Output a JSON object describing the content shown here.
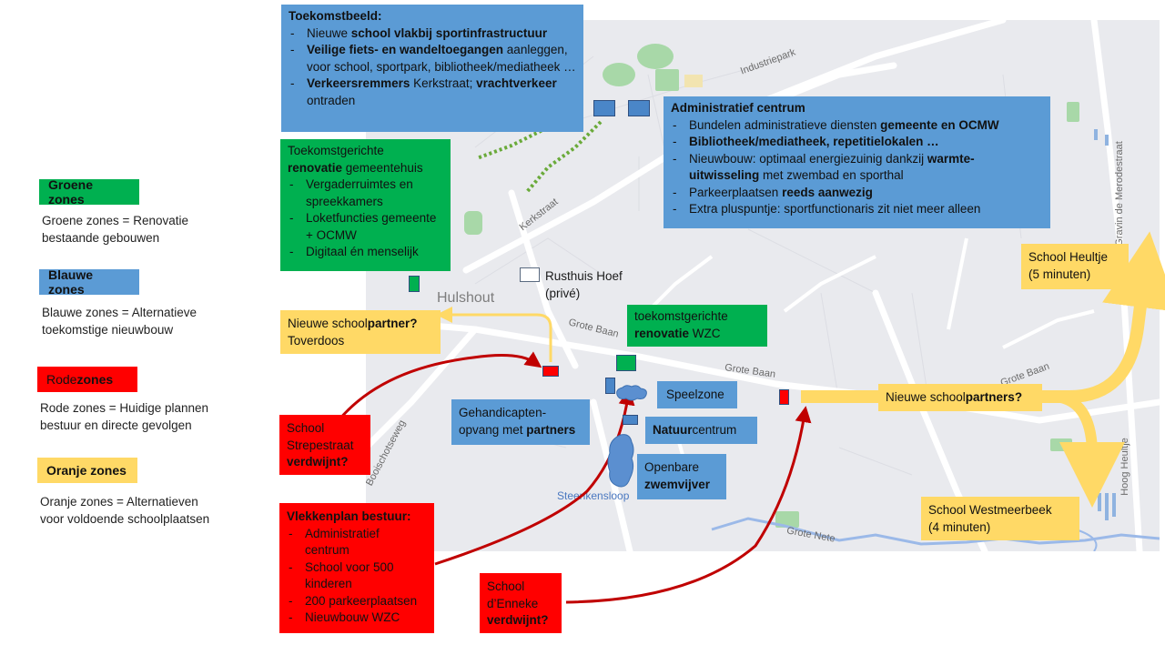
{
  "legend": {
    "green": {
      "label": "Groene zones",
      "desc": "Groene zones = Renovatie\nbestaande gebouwen"
    },
    "blue": {
      "label": "Blauwe zones",
      "desc": "Blauwe zones = Alternatieve\ntoekomstige nieuwbouw"
    },
    "red": {
      "label_pre": "Rode ",
      "label_bold": "zones",
      "desc": "Rode zones = Huidige plannen\nbestuur en directe gevolgen"
    },
    "orange": {
      "label": "Oranje zones",
      "desc": "Oranje zones = Alternatieven\nvoor voldoende schoolplaatsen"
    }
  },
  "map_labels": {
    "industriepark": "Industriepark",
    "kerkstraat": "Kerkstraat",
    "hulshout": "Hulshout",
    "grote_baan_1": "Grote Baan",
    "grote_baan_2": "Grote Baan",
    "grote_baan_3": "Grote Baan",
    "boolschotseweg": "Booischotseweg",
    "steenkensloop": "Steenkensloop",
    "grote_nete": "Grote Nete",
    "gravin": "Gravin de Merodestraat",
    "hoog_heultje": "Hoog Heultje"
  },
  "toekomstbeeld": {
    "title": "Toekomstbeeld:",
    "i1_a": "Nieuwe ",
    "i1_b": "school vlakbij sportinfrastructuur",
    "i2_a": "Veilige fiets- en wandeltoegangen",
    "i2_b": " aanleggen, voor school, sportpark, bibliotheek/mediatheek …",
    "i3_a": "Verkeersremmers",
    "i3_b": " Kerkstraat; ",
    "i3_c": "vrachtverkeer",
    "i3_d": " ontraden"
  },
  "admin": {
    "title": "Administratief centrum",
    "i1_a": "Bundelen administratieve diensten ",
    "i1_b": "gemeente en OCMW",
    "i2": "Bibliotheek/mediatheek, repetitielokalen …",
    "i3_a": "Nieuwbouw: optimaal energiezuinig dankzij ",
    "i3_b": "warmte-uitwisseling",
    "i3_c": " met zwembad en sporthal",
    "i4_a": "Parkeerplaatsen ",
    "i4_b": "reeds aanwezig",
    "i5": "Extra pluspuntje: sportfunctionaris zit niet meer alleen"
  },
  "gemeentehuis": {
    "l1": "Toekomstgerichte",
    "l2_b": "renovatie",
    "l2_a": " gemeentehuis",
    "i1": "Vergaderruimtes en spreekkamers",
    "i2": "Loketfuncties gemeente + OCMW",
    "i3": "Digitaal én menselijk"
  },
  "rusthuis": "Rusthuis Hoef\n(privé)",
  "wzc": {
    "l1": "toekomstgerichte",
    "l2_b": "renovatie",
    "l2_a": " WZC"
  },
  "schoolpartner": {
    "a": "Nieuwe school",
    "b": "partner?",
    "c": "Toverdoos"
  },
  "strepestraat": {
    "l1": "School\nStrepestraat",
    "l2": "verdwijnt?"
  },
  "gehandicapten": {
    "a": "Gehandicapten-\nopvang met ",
    "b": "partners"
  },
  "speelzone": "Speelzone",
  "natuur": {
    "b": "Natuur",
    "a": "centrum"
  },
  "zwemvijver": {
    "a": "Openbare",
    "b": "zwemvijver"
  },
  "nieuwe_partners": {
    "a": "Nieuwe school",
    "b": "partners?"
  },
  "heultje": "School Heultje\n(5 minuten)",
  "westmeerbeek": "School Westmeerbeek\n(4 minuten)",
  "vlekkenplan": {
    "title": "Vlekkenplan bestuur:",
    "i1": "Administratief centrum",
    "i2": "School voor 500 kinderen",
    "i3": "200 parkeerplaatsen",
    "i4": "Nieuwbouw  WZC"
  },
  "enneke": {
    "l1": "School\nd’Enneke",
    "l2": "verdwijnt?"
  },
  "colors": {
    "green": "#00b050",
    "blue": "#5b9bd5",
    "red": "#ff0000",
    "orange": "#ffd966"
  }
}
